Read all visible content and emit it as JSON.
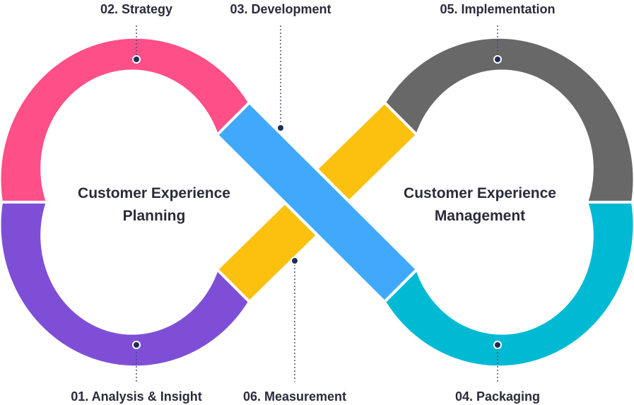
{
  "steps": {
    "analysis": {
      "label": "01. Analysis & Insight",
      "color": "#7e4fd6"
    },
    "strategy": {
      "label": "02. Strategy",
      "color": "#ff4f88"
    },
    "development": {
      "label": "03. Development",
      "color": "#41a9fc"
    },
    "packaging": {
      "label": "04. Packaging",
      "color": "#00bad4"
    },
    "implementation": {
      "label": "05. Implementation",
      "color": "#686868"
    },
    "measurement": {
      "label": "06. Measurement",
      "color": "#fcc00e"
    }
  },
  "left_loop": {
    "line1": "Customer Experience",
    "line2": "Planning"
  },
  "right_loop": {
    "line1": "Customer Experience",
    "line2": "Management"
  }
}
